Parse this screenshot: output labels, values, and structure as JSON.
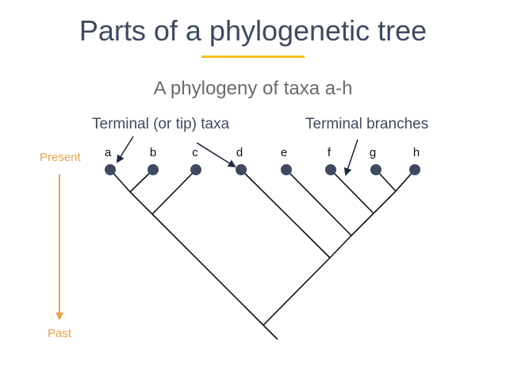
{
  "title": "Parts of a phylogenetic tree",
  "subtitle": "A phylogeny of taxa a-h",
  "annotations": {
    "terminal_taxa": "Terminal (or tip) taxa",
    "terminal_branches": "Terminal branches"
  },
  "time_axis": {
    "present": "Present",
    "past": "Past"
  },
  "taxa": [
    "a",
    "b",
    "c",
    "d",
    "e",
    "f",
    "g",
    "h"
  ],
  "colors": {
    "title": "#3f4a60",
    "accent_underline": "#f2c21b",
    "time_axis": "#e8a44a",
    "node": "#3f4a60",
    "branch": "#111111"
  }
}
